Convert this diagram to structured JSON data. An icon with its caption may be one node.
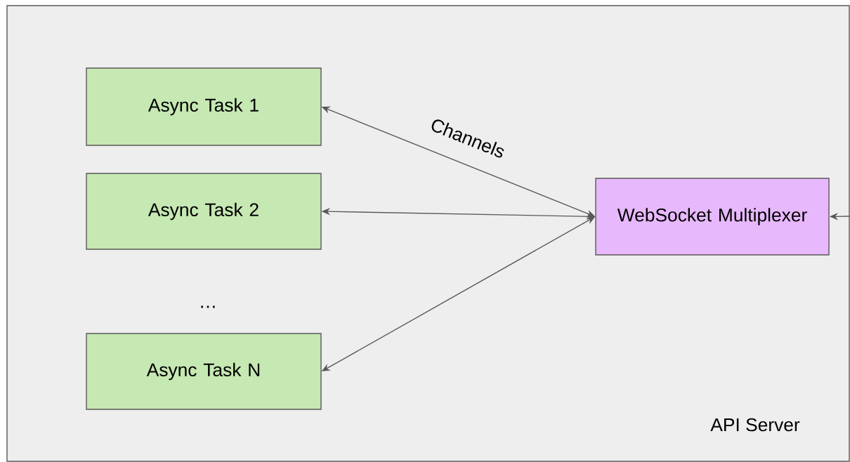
{
  "diagram": {
    "nodes": [
      {
        "text": [
          "API Server"
        ]
      },
      {
        "text": [
          "Async Task 1"
        ],
        "in": 0
      },
      {
        "text": [
          "Async Task 2"
        ],
        "in": 0
      },
      {
        "text": [
          "Async Task N"
        ],
        "in": 0
      },
      {
        "text": [
          "WebSocket Multiplexer"
        ],
        "in": 0
      }
    ],
    "edges": [
      {
        "from": 1,
        "to": 4,
        "arrow": "both",
        "label": "Channels"
      },
      {
        "from": 2,
        "to": 4,
        "arrow": "both"
      },
      {
        "from": 3,
        "to": 4,
        "arrow": "both"
      },
      {
        "from": null,
        "to": 4,
        "arrow": "to"
      }
    ],
    "labels": [
      "…"
    ]
  }
}
